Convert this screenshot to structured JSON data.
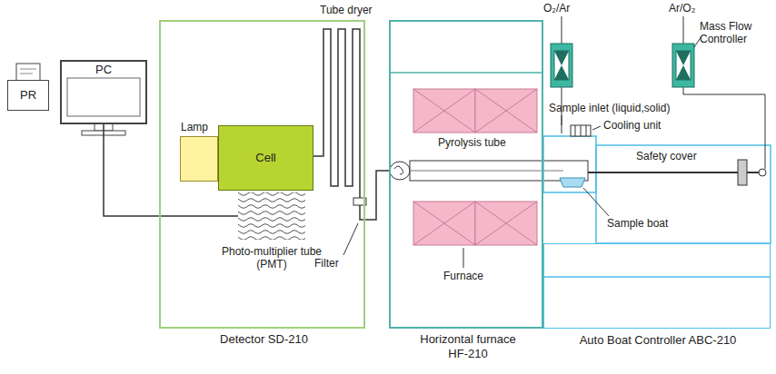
{
  "diagram": {
    "nodes": [
      {
        "text": [
          "PR"
        ]
      },
      {
        "text": [
          "PC"
        ]
      },
      {
        "text": [
          "Detector SD-210"
        ]
      },
      {
        "text": [
          "Lamp"
        ],
        "in": 2
      },
      {
        "text": [
          "Cell"
        ],
        "in": 2
      },
      {
        "text": [
          "Photo-multiplier tube (PMT)"
        ],
        "in": 2
      },
      {
        "text": [
          "Horizontal furnace HF-210"
        ]
      },
      {
        "text": [
          "Auto Boat Controller ABC-210"
        ]
      }
    ],
    "edges": [
      {
        "from": 1,
        "to": 5,
        "arrow": "none"
      }
    ],
    "labels": [
      "Tube dryer",
      "Filter",
      "Pyrolysis tube",
      "Furnace",
      "O₂/Ar",
      "Ar/O₂",
      "Mass Flow Controller",
      "Sample inlet (liquid,solid)",
      "Cooling unit",
      "Safety cover",
      "Sample boat"
    ]
  }
}
